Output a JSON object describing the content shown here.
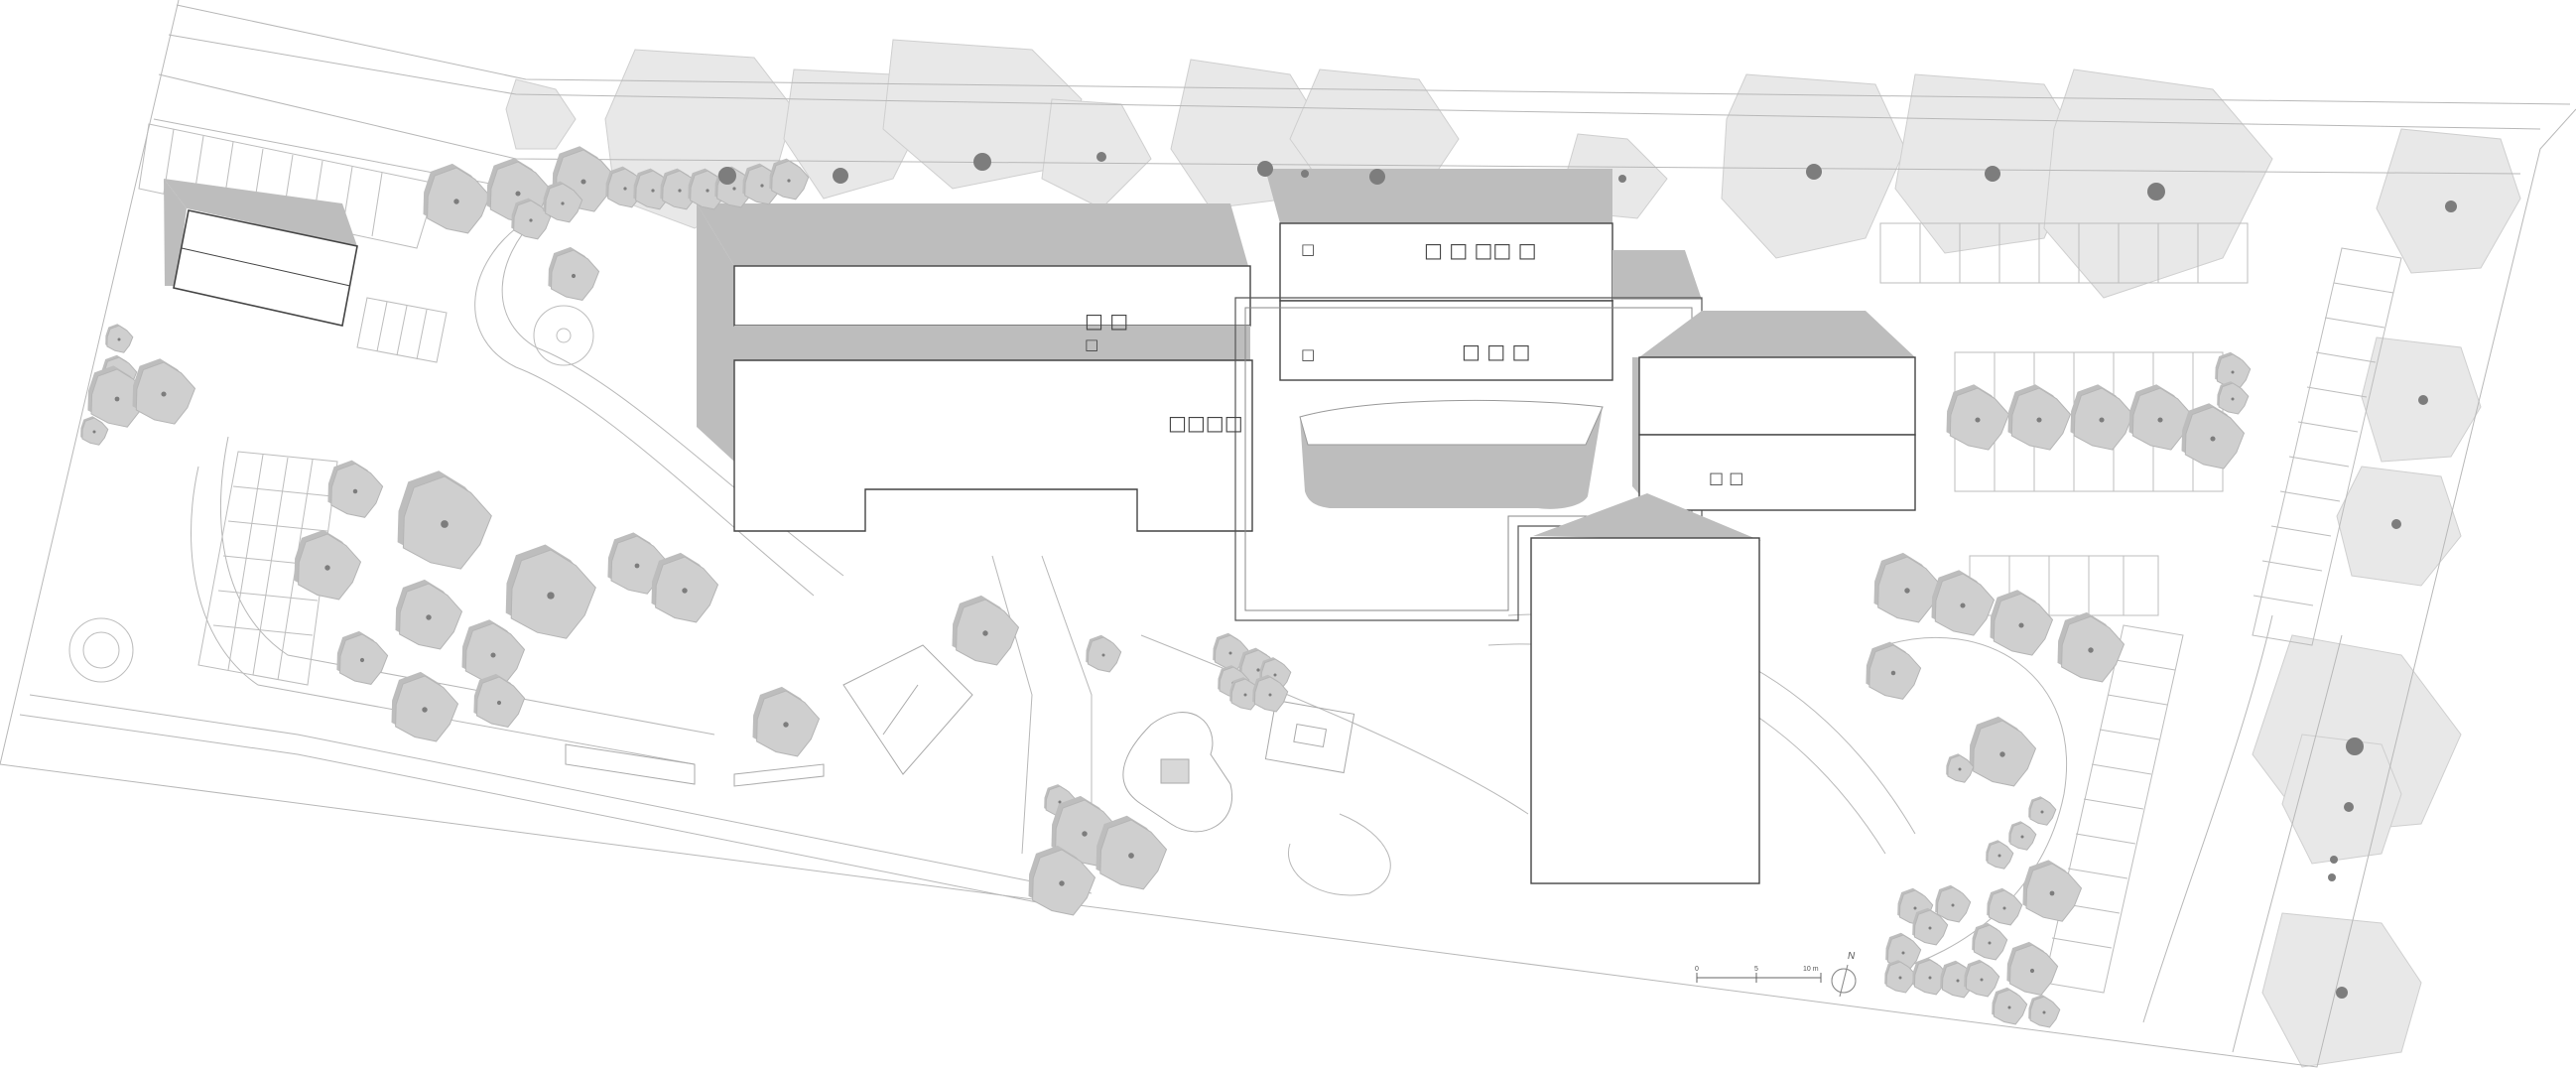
{
  "labels": {
    "building_a_top": "□ □",
    "building_a_sub": "□",
    "building_a_main": "□□□□",
    "building_b_left_top": "□",
    "building_b_top": "□ □ □□ □",
    "building_b_left_bottom": "□",
    "building_b_bottom": "□ □ □",
    "building_c": "□ □"
  },
  "scale_bar": {
    "zero": "0",
    "mid": "5",
    "end": "10 m"
  },
  "north": "N",
  "colors": {
    "roof": "#bdbdbd",
    "tree_dark": "#cfcfcf",
    "tree_light": "#e6e6e6",
    "trunk": "#7d7d7d",
    "outline": "#444444",
    "site_line": "#b8b8b8"
  }
}
